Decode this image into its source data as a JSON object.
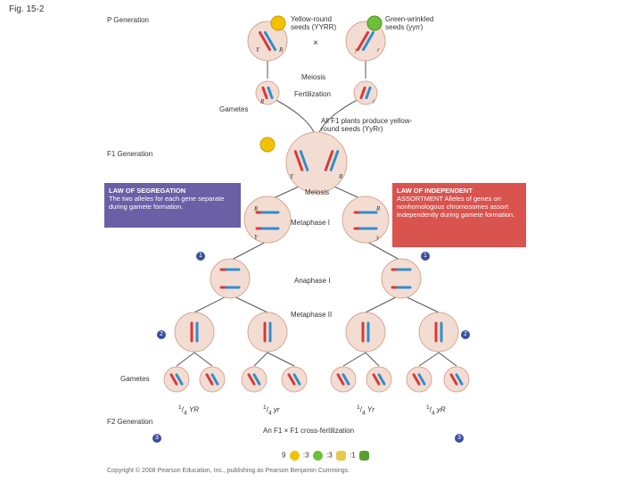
{
  "figure": {
    "fig_label": "Fig. 15-2",
    "p_generation": "P Generation",
    "yellow_round": "Yellow-round seeds (YYRR)",
    "green_wrinkled": "Green-wrinkled seeds (yyrr)",
    "cross_symbol": "×",
    "meiosis_1": "Meiosis",
    "fertilization": "Fertilization",
    "gametes_1": "Gametes",
    "f1_note": "All F1 plants produce yellow-round seeds (YyRr)",
    "f1_generation": "F1 Generation",
    "meiosis_2": "Meiosis",
    "metaphase_1": "Metaphase I",
    "anaphase_1": "Anaphase I",
    "metaphase_2": "Metaphase II",
    "gametes_2": "Gametes",
    "f2_generation": "F2 Generation",
    "f1_cross": "An F1 × F1 cross-fertilization",
    "copyright": "Copyright © 2008 Pearson Education, Inc., publishing as Pearson Benjamin Cummings."
  },
  "law_segregation": {
    "title": "LAW OF SEGREGATION",
    "body": "The two alleles for each gene separate during gamete formation.",
    "color": "#6b5fa6"
  },
  "law_independent": {
    "title": "LAW OF INDEPENDENT",
    "body": "ASSORTMENT Alleles of genes on nonhomologous chromosomes assort independently during gamete formation.",
    "color": "#d9534f"
  },
  "gamete_fractions": [
    {
      "num": "1",
      "den": "4",
      "geno": "YR"
    },
    {
      "num": "1",
      "den": "4",
      "geno": "yr"
    },
    {
      "num": "1",
      "den": "4",
      "geno": "Yr"
    },
    {
      "num": "1",
      "den": "4",
      "geno": "yR"
    }
  ],
  "badges": [
    "1",
    "1",
    "2",
    "2",
    "3",
    "3"
  ],
  "ratio": {
    "a": "9",
    "b": ":3",
    "c": ":3",
    "d": ":1"
  },
  "allele_labels": {
    "R": "R",
    "r": "r",
    "Y": "Y",
    "y": "y"
  },
  "colors": {
    "cell_fill": "#f3ddd2",
    "cell_stroke": "#d8a896",
    "red_chrom": "#d83a3a",
    "blue_chrom": "#2f8fcf",
    "yellow_pea": "#f2c200",
    "green_pea": "#6fbf3a"
  }
}
